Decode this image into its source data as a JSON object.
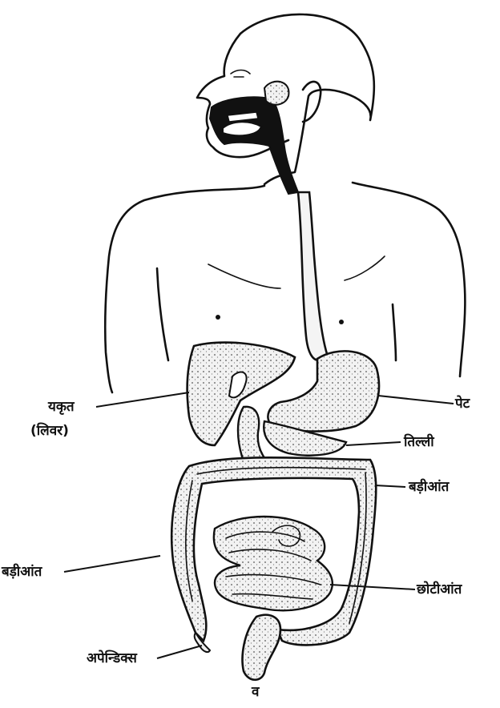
{
  "labels": {
    "liver": "यकृत",
    "liver_sub": "(लिवर)",
    "stomach": "पेट",
    "spleen": "तिल्ली",
    "large_intestine_right": "बड़ीआंत",
    "large_intestine_left": "बड़ीआंत",
    "small_intestine": "छोटीआंत",
    "appendix": "अपेन्डिक्स",
    "rectum": "व"
  },
  "colors": {
    "ink": "#111111",
    "background": "#ffffff",
    "organ_fill": "#efefef"
  }
}
